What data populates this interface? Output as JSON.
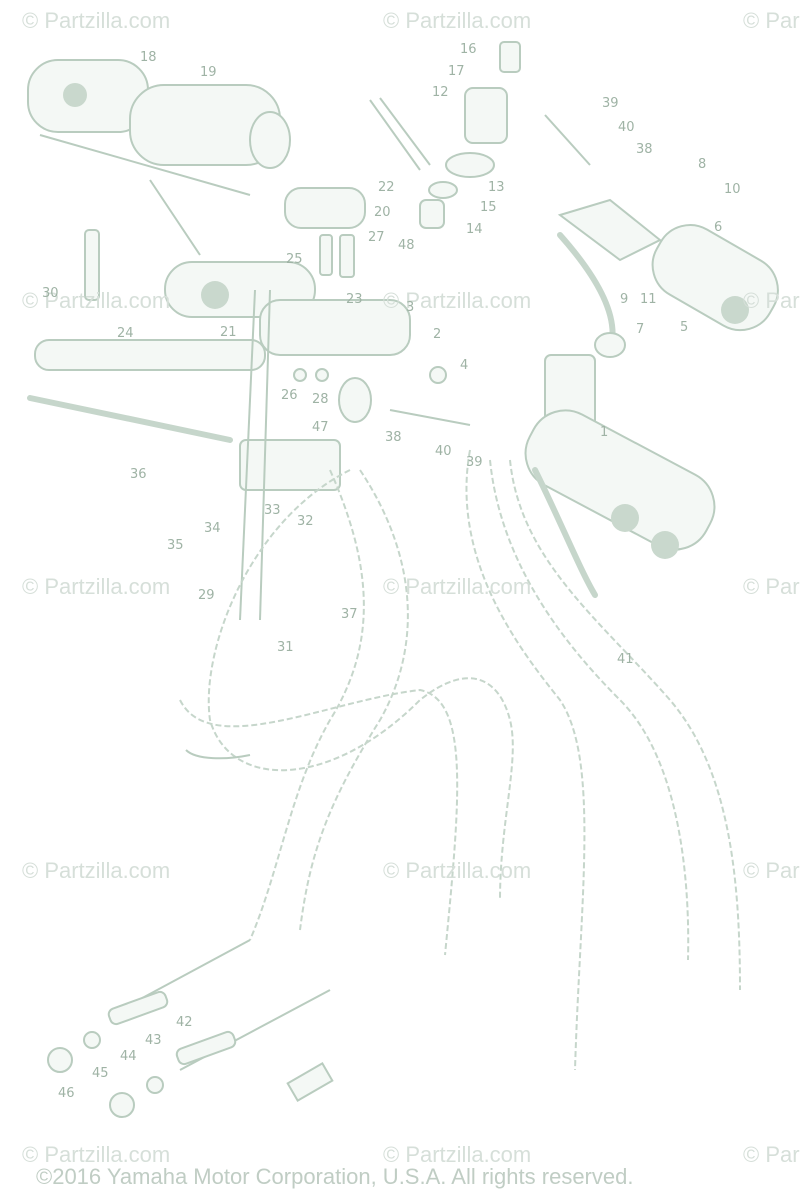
{
  "watermark": "© Partzilla.com",
  "watermark_partial": "© Par",
  "copyright": "©2016 Yamaha Motor Corporation, U.S.A. All rights reserved.",
  "callouts": [
    "1",
    "2",
    "3",
    "4",
    "5",
    "6",
    "7",
    "8",
    "9",
    "10",
    "11",
    "12",
    "13",
    "14",
    "15",
    "16",
    "17",
    "18",
    "19",
    "20",
    "21",
    "22",
    "23",
    "24",
    "25",
    "26",
    "27",
    "28",
    "29",
    "30",
    "31",
    "32",
    "33",
    "34",
    "35",
    "36",
    "37",
    "38",
    "39",
    "40",
    "41",
    "42",
    "43",
    "44",
    "45",
    "46",
    "47",
    "48"
  ],
  "colors": {
    "line": "#b9ccbf",
    "watermark": "#d6dfd9"
  }
}
